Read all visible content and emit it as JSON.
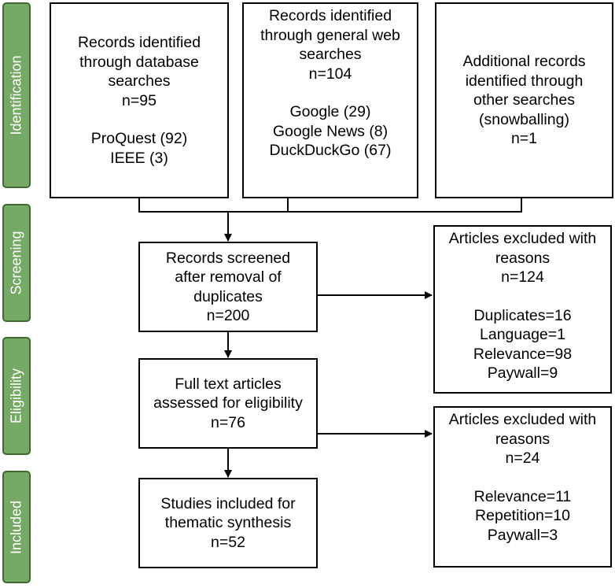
{
  "stages": {
    "identification": "Identification",
    "screening": "Screening",
    "eligibility": "Eligibility",
    "included": "Included"
  },
  "boxes": {
    "database": {
      "l1": "Records identified",
      "l2": "through database",
      "l3": "searches",
      "l4": "n=95",
      "l5": "ProQuest (92)",
      "l6": "IEEE (3)"
    },
    "web": {
      "l1": "Records identified",
      "l2": "through general web",
      "l3": "searches",
      "l4": "n=104",
      "l5": "Google (29)",
      "l6": "Google News (8)",
      "l7": "DuckDuckGo (67)"
    },
    "other": {
      "l1": "Additional records",
      "l2": "identified through",
      "l3": "other searches",
      "l4": "(snowballing)",
      "l5": "n=1"
    },
    "screened": {
      "l1": "Records screened",
      "l2": "after removal of",
      "l3": "duplicates",
      "l4": "n=200"
    },
    "excluded1": {
      "l1": "Articles excluded with",
      "l2": "reasons",
      "l3": "n=124",
      "l4": "Duplicates=16",
      "l5": "Language=1",
      "l6": "Relevance=98",
      "l7": "Paywall=9"
    },
    "fulltext": {
      "l1": "Full text articles",
      "l2": "assessed for eligibility",
      "l3": "n=76"
    },
    "excluded2": {
      "l1": "Articles excluded with",
      "l2": "reasons",
      "l3": "n=24",
      "l4": "Relevance=11",
      "l5": "Repetition=10",
      "l6": "Paywall=3"
    },
    "included": {
      "l1": "Studies included for",
      "l2": "thematic synthesis",
      "l3": "n=52"
    }
  }
}
